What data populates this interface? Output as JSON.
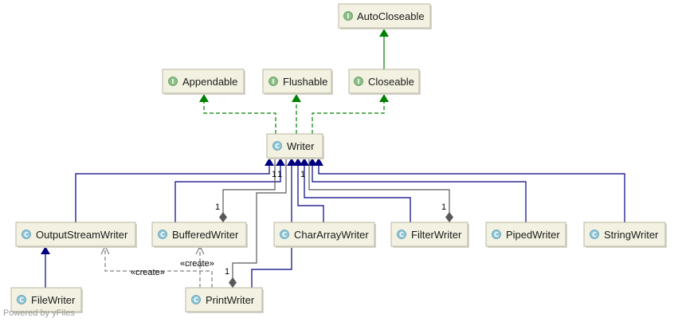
{
  "nodes": [
    {
      "id": "autocloseable",
      "kind": "interface",
      "badge": "I",
      "label": "AutoCloseable"
    },
    {
      "id": "appendable",
      "kind": "interface",
      "badge": "I",
      "label": "Appendable"
    },
    {
      "id": "flushable",
      "kind": "interface",
      "badge": "I",
      "label": "Flushable"
    },
    {
      "id": "closeable",
      "kind": "interface",
      "badge": "I",
      "label": "Closeable"
    },
    {
      "id": "writer",
      "kind": "class",
      "badge": "C",
      "label": "Writer"
    },
    {
      "id": "outputstreamwriter",
      "kind": "class",
      "badge": "C",
      "label": "OutputStreamWriter"
    },
    {
      "id": "bufferedwriter",
      "kind": "class",
      "badge": "C",
      "label": "BufferedWriter"
    },
    {
      "id": "chararraywriter",
      "kind": "class",
      "badge": "C",
      "label": "CharArrayWriter"
    },
    {
      "id": "filterwriter",
      "kind": "class",
      "badge": "C",
      "label": "FilterWriter"
    },
    {
      "id": "pipedwriter",
      "kind": "class",
      "badge": "C",
      "label": "PipedWriter"
    },
    {
      "id": "stringwriter",
      "kind": "class",
      "badge": "C",
      "label": "StringWriter"
    },
    {
      "id": "filewriter",
      "kind": "class",
      "badge": "C",
      "label": "FileWriter"
    },
    {
      "id": "printwriter",
      "kind": "class",
      "badge": "C",
      "label": "PrintWriter"
    }
  ],
  "edges": [
    {
      "from": "closeable",
      "to": "autocloseable",
      "type": "extends-interface"
    },
    {
      "from": "writer",
      "to": "appendable",
      "type": "implements"
    },
    {
      "from": "writer",
      "to": "flushable",
      "type": "implements"
    },
    {
      "from": "writer",
      "to": "closeable",
      "type": "implements"
    },
    {
      "from": "outputstreamwriter",
      "to": "writer",
      "type": "extends"
    },
    {
      "from": "bufferedwriter",
      "to": "writer",
      "type": "extends"
    },
    {
      "from": "chararraywriter",
      "to": "writer",
      "type": "extends"
    },
    {
      "from": "filterwriter",
      "to": "writer",
      "type": "extends"
    },
    {
      "from": "pipedwriter",
      "to": "writer",
      "type": "extends"
    },
    {
      "from": "stringwriter",
      "to": "writer",
      "type": "extends"
    },
    {
      "from": "printwriter",
      "to": "writer",
      "type": "extends"
    },
    {
      "from": "filewriter",
      "to": "outputstreamwriter",
      "type": "extends"
    },
    {
      "from": "writer",
      "to": "bufferedwriter",
      "type": "composition",
      "multiplicity": "1"
    },
    {
      "from": "writer",
      "to": "filterwriter",
      "type": "composition",
      "multiplicity": "1"
    },
    {
      "from": "writer",
      "to": "printwriter",
      "type": "composition",
      "multiplicity": "1"
    },
    {
      "from": "printwriter",
      "to": "outputstreamwriter",
      "type": "dependency",
      "stereotype": "«create»"
    },
    {
      "from": "printwriter",
      "to": "bufferedwriter",
      "type": "dependency",
      "stereotype": "«create»"
    }
  ],
  "multiplicity_labels": {
    "writer_a": "1",
    "writer_b": "1",
    "writer_c": "1",
    "bufferedwriter": "1",
    "filterwriter": "1",
    "printwriter": "1"
  },
  "stereotypes": {
    "create_outputstreamwriter": "«create»",
    "create_bufferedwriter": "«create»"
  },
  "colors": {
    "inheritance": "#000080",
    "implementation": "#008000",
    "composition": "#595959",
    "dependency": "#808080",
    "node_fill": "#f3f2e2"
  },
  "footer": "Powered by yFiles"
}
